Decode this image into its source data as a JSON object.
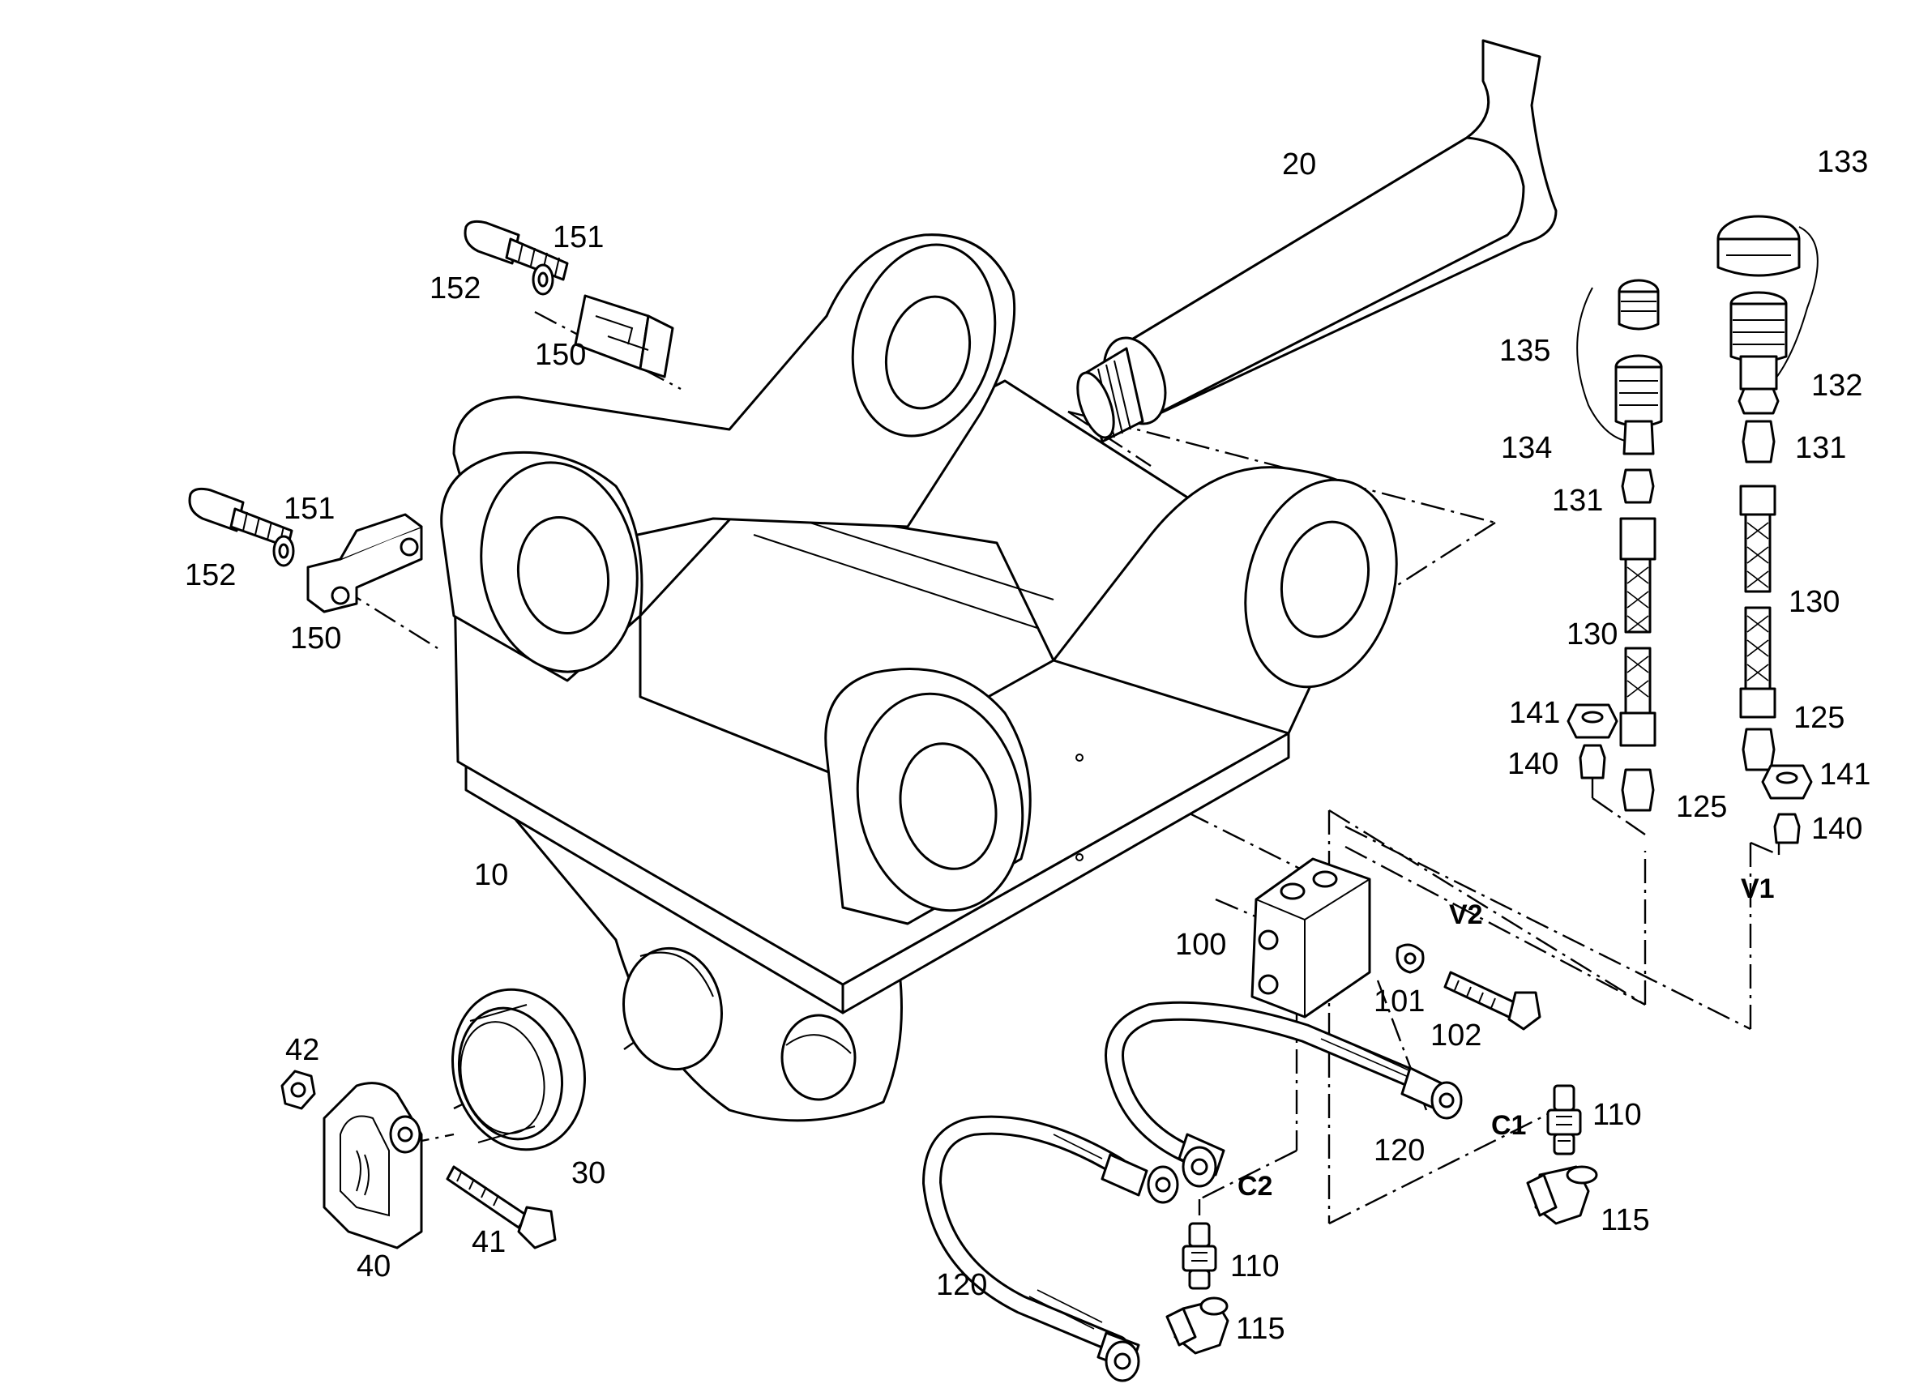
{
  "callouts": {
    "c10": "10",
    "c20": "20",
    "c30": "30",
    "c40": "40",
    "c41": "41",
    "c42": "42",
    "c100": "100",
    "c101": "101",
    "c102": "102",
    "c110a": "110",
    "c110b": "110",
    "c115a": "115",
    "c115b": "115",
    "c120a": "120",
    "c120b": "120",
    "c125a": "125",
    "c125b": "125",
    "c130a": "130",
    "c130b": "130",
    "c131a": "131",
    "c131b": "131",
    "c132": "132",
    "c133": "133",
    "c134": "134",
    "c135": "135",
    "c140a": "140",
    "c140b": "140",
    "c141a": "141",
    "c141b": "141",
    "c150a": "150",
    "c150b": "150",
    "c151a": "151",
    "c151b": "151",
    "c152a": "152",
    "c152b": "152"
  },
  "ports": {
    "v1": "V1",
    "v2": "V2",
    "c1": "C1",
    "c2": "C2"
  },
  "colors": {
    "line": "#000000",
    "background": "#ffffff"
  }
}
